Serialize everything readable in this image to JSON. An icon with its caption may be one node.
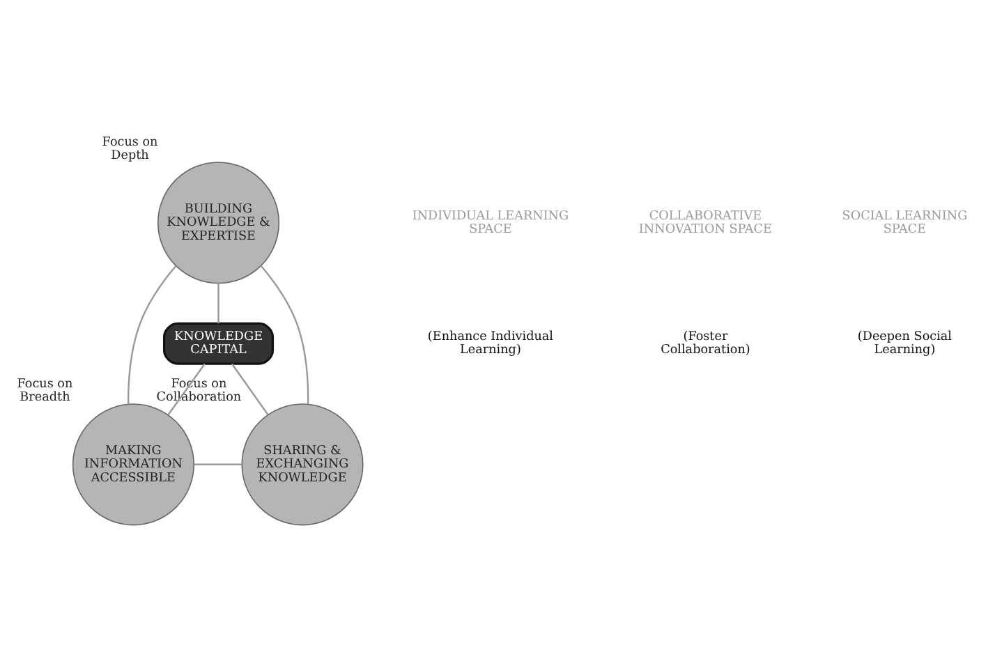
{
  "diagram": {
    "nodes": [
      {
        "text": [
          "BUILDING KNOWLEDGE & EXPERTISE"
        ],
        "beside": [
          "Focus on Depth"
        ]
      },
      {
        "text": [
          "KNOWLEDGE CAPITAL"
        ]
      },
      {
        "text": [
          "MAKING INFORMATION ACCESSIBLE"
        ],
        "beside": [
          "Focus on Breadth"
        ]
      },
      {
        "text": [
          "SHARING & EXCHANGING KNOWLEDGE"
        ],
        "beside": [
          "Focus on Collaboration"
        ]
      }
    ],
    "edges": [
      {
        "from": 0,
        "to": 2,
        "arrow": "none"
      },
      {
        "from": 0,
        "to": 3,
        "arrow": "none"
      },
      {
        "from": 0,
        "to": 1,
        "arrow": "none"
      },
      {
        "from": 1,
        "to": 2,
        "arrow": "none"
      },
      {
        "from": 1,
        "to": 3,
        "arrow": "none"
      },
      {
        "from": 2,
        "to": 3,
        "arrow": "none"
      }
    ],
    "labels": [
      "INDIVIDUAL LEARNING SPACE",
      "(Enhance Individual Learning)",
      "COLLABORATIVE INNOVATION SPACE",
      "(Foster Collaboration)",
      "SOCIAL LEARNING SPACE",
      "(Deepen Social Learning)"
    ]
  }
}
